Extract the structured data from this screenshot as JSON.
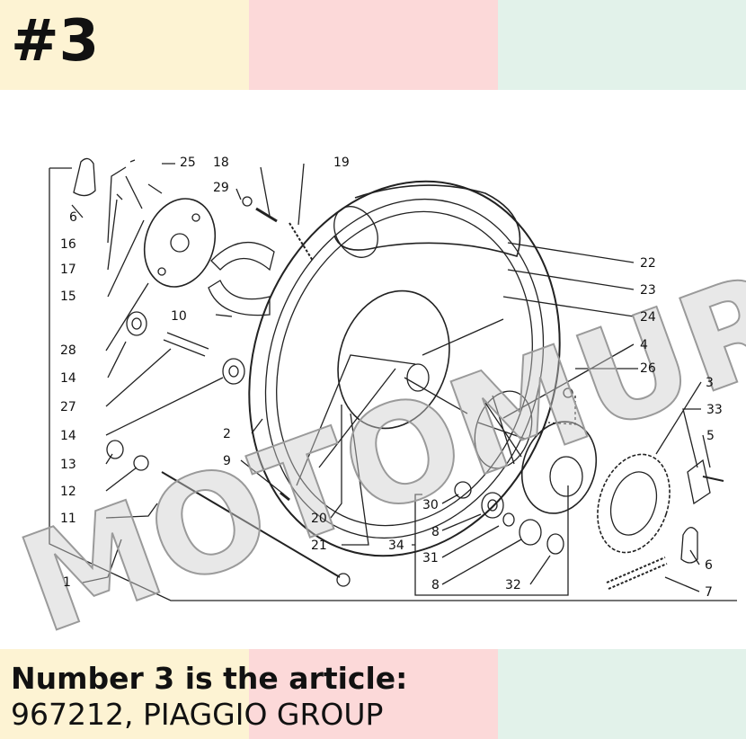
{
  "badge": "#3",
  "caption": {
    "line1": "Number 3 is the article:",
    "line2": "967212, PIAGGIO GROUP"
  },
  "watermark": "MOTOMURCIA",
  "colors": {
    "band_yellow": "#fdf3d3",
    "band_pink": "#fcd9d9",
    "band_green": "#e2f2ea",
    "ink": "#222222"
  },
  "labels": {
    "l1": "1",
    "l2": "2",
    "l3": "3",
    "l4": "4",
    "l5": "5",
    "l6a": "6",
    "l6b": "6",
    "l7": "7",
    "l8a": "8",
    "l8b": "8",
    "l9": "9",
    "l10": "10",
    "l11": "11",
    "l12": "12",
    "l13": "13",
    "l14a": "14",
    "l14b": "14",
    "l15": "15",
    "l16": "16",
    "l17": "17",
    "l18": "18",
    "l19": "19",
    "l20": "20",
    "l21": "21",
    "l22": "22",
    "l23": "23",
    "l24": "24",
    "l25": "25",
    "l26": "26",
    "l27": "27",
    "l28": "28",
    "l29": "29",
    "l30": "30",
    "l31": "31",
    "l32": "32",
    "l33": "33",
    "l34": "34"
  }
}
